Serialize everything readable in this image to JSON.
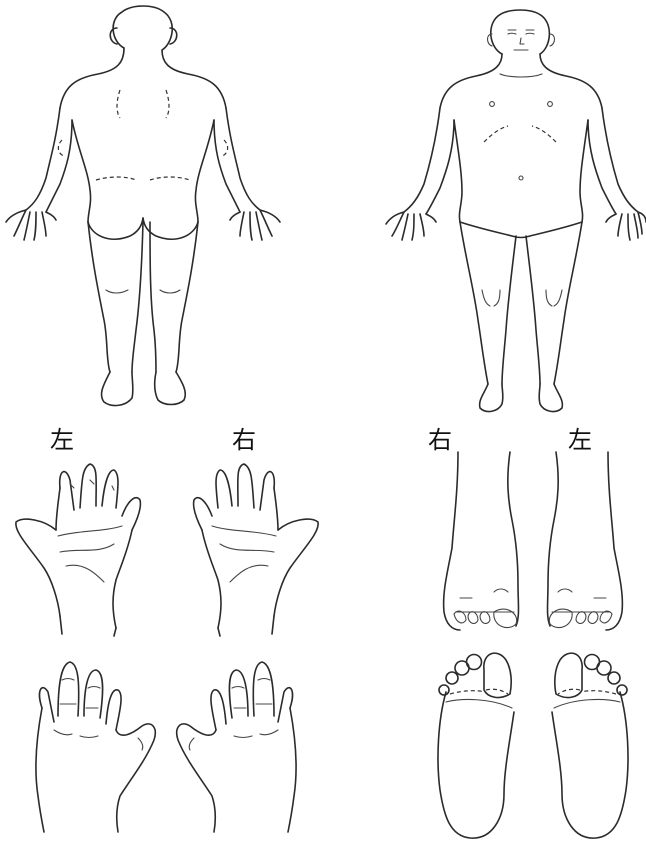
{
  "labels": {
    "hands_left": "左",
    "hands_right": "右",
    "feet_right": "右",
    "feet_left": "左"
  }
}
